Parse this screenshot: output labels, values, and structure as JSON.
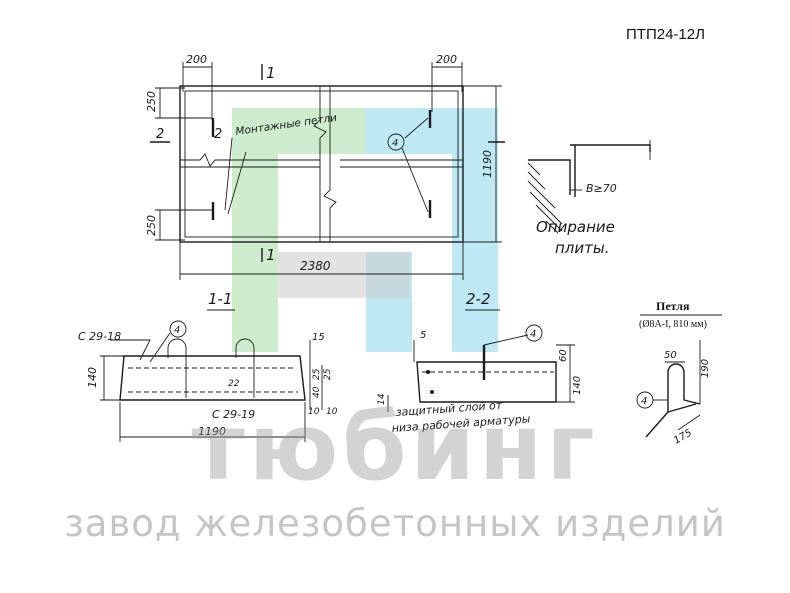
{
  "document": {
    "title": "ПТП24-12Л"
  },
  "plan": {
    "dim_left_top": "200",
    "dim_right_top": "200",
    "dim_left_250_top": "250",
    "dim_left_250_bottom": "250",
    "dim_height": "1190",
    "dim_length": "2380",
    "section_top": "1",
    "section_bottom": "1",
    "section_left": "2",
    "section_right": "2",
    "callout_loops": "Монтажные петли",
    "marker": "4"
  },
  "support": {
    "dim": "B≥70",
    "caption_line1": "Опирание",
    "caption_line2": "плиты."
  },
  "section_1_1": {
    "title": "1-1",
    "label_c29_18": "С 29-18",
    "label_c29_19": "С 29-19",
    "marker": "4",
    "dim_140": "140",
    "dim_1190": "1190",
    "dim_15": "15",
    "dim_25a": "25",
    "dim_25b": "25",
    "dim_40": "40",
    "dim_10a": "10",
    "dim_10b": "10",
    "dim_22": "22"
  },
  "section_2_2": {
    "title": "2-2",
    "marker": "4",
    "dim_5": "5",
    "dim_60": "60",
    "dim_140": "140",
    "dim_14": "14",
    "note_line1": "защитный слой от",
    "note_line2": "низа рабочей арматуры"
  },
  "loop": {
    "title": "Петля",
    "subtitle": "(Ø8A-I, 810 мм)",
    "dim_50": "50",
    "dim_190": "190",
    "dim_175": "175",
    "marker": "4"
  },
  "brand": {
    "name": "тюбинг",
    "tagline": "завод железобетонных изделий"
  },
  "colors": {
    "watermark_green": "#cdeccd",
    "watermark_blue": "#bfe8f5",
    "watermark_gray": "#cfcfcf"
  }
}
